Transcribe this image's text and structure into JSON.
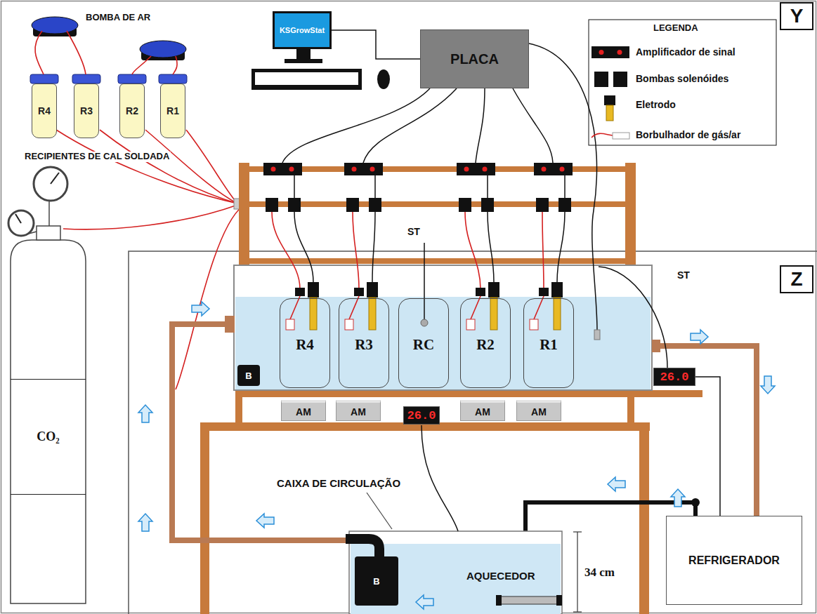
{
  "diagram": {
    "nodes": [
      {
        "text": [
          "R4"
        ]
      },
      {
        "text": [
          "R3"
        ]
      },
      {
        "text": [
          "R2"
        ]
      },
      {
        "text": [
          "R1"
        ]
      },
      {
        "text": [
          "KSGrowStat"
        ]
      },
      {
        "text": [
          "PLACA"
        ]
      },
      {
        "text": [
          "Y"
        ]
      },
      {
        "text": [
          "Z"
        ]
      },
      {
        "text": [
          "R4"
        ]
      },
      {
        "text": [
          "R3"
        ]
      },
      {
        "text": [
          "RC"
        ]
      },
      {
        "text": [
          "R2"
        ]
      },
      {
        "text": [
          "R1"
        ]
      },
      {
        "text": [
          "B"
        ]
      },
      {
        "text": [
          "26.0"
        ]
      },
      {
        "text": [
          "CO₂"
        ]
      },
      {
        "text": [
          "AM"
        ]
      },
      {
        "text": [
          "AM"
        ]
      },
      {
        "text": [
          "26.0"
        ]
      },
      {
        "text": [
          "AM"
        ]
      },
      {
        "text": [
          "AM"
        ]
      },
      {
        "text": [
          "B"
        ]
      },
      {
        "text": [
          "REFRIGERADOR"
        ]
      }
    ],
    "edges": [
      {
        "from": 4,
        "to": 5,
        "arrow": "none"
      },
      {
        "from": 14,
        "to": 22,
        "arrow": "none"
      }
    ],
    "labels": [
      "BOMBA DE AR",
      "RECIPIENTES DE CAL SOLDADA",
      "LEGENDA",
      "ST",
      "ST",
      "CAIXA DE CIRCULAÇÃO",
      "AQUECEDOR",
      "34 cm"
    ],
    "legend": [
      {
        "text": "Amplificador de sinal"
      },
      {
        "text": "Bombas solenóides"
      },
      {
        "text": "Eletrodo"
      },
      {
        "text": "Borbulhador de gás/ar"
      }
    ]
  }
}
